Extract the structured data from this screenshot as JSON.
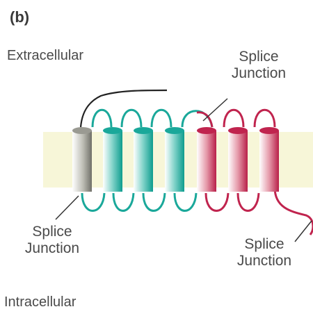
{
  "panel_label": "(b)",
  "regions": {
    "extracellular": "Extracellular",
    "intracellular": "Intracellular"
  },
  "splice_junctions": [
    {
      "line1": "Splice",
      "line2": "Junction"
    },
    {
      "line1": "Splice",
      "line2": "Junction"
    },
    {
      "line1": "Splice",
      "line2": "Junction"
    }
  ],
  "colors": {
    "membrane": "#f7f6d8",
    "exon_1": "#8c8c84",
    "exon_2": "#1aa89a",
    "exon_3": "#c0244e",
    "tail": "#222222"
  }
}
